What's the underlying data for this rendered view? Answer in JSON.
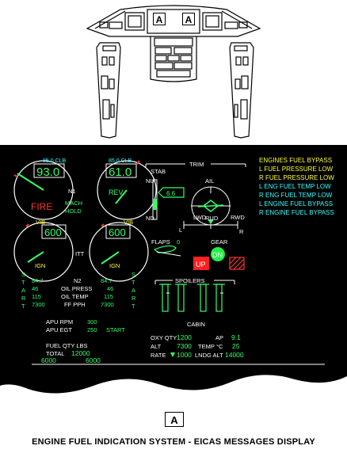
{
  "panel": {
    "callouts": [
      "A",
      "A"
    ]
  },
  "n1": {
    "left": "93.0",
    "right": "61.0",
    "left_limit": "85.0 CLB",
    "right_limit": "85.0 CLB",
    "label": "N1"
  },
  "status": {
    "fire": "FIRE",
    "rev": "REV",
    "mach": "MACH",
    "hold": "HOLD"
  },
  "vib": "VIB",
  "itt": {
    "left": "600",
    "right": "600",
    "label": "ITT",
    "ign": "IGN"
  },
  "start": "START",
  "n2": {
    "label": "N2",
    "left": [
      "84.7",
      "46",
      "115",
      "7300"
    ],
    "right": [
      "84.7",
      "46",
      "115",
      "7300"
    ],
    "rows": [
      "OIL PRESS",
      "OIL TEMP",
      "FF PPH"
    ]
  },
  "apu": {
    "rpm_label": "APU RPM",
    "egt_label": "APU EGT",
    "rpm": "300",
    "egt": "250",
    "status": "START"
  },
  "fuel": {
    "title": "FUEL QTY LBS",
    "total_label": "TOTAL",
    "total": "12000",
    "left": "6000",
    "right": "6000"
  },
  "trim": {
    "title": "TRIM",
    "stab": "STAB",
    "nu": "NU",
    "nd": "ND",
    "stab_value": "6.6",
    "ail": "AIL",
    "lwd": "LWD",
    "rwd": "RWD",
    "rud": "RUD",
    "l": "L",
    "r": "R"
  },
  "flaps": {
    "label": "FLAPS",
    "value": "0"
  },
  "gear": {
    "label": "GEAR",
    "up": "UP",
    "dn": "DN"
  },
  "spoilers": "SPOILERS",
  "cabin": {
    "title": "CABIN",
    "oxy_label": "OXY QTY",
    "oxy": "1200",
    "ap_label": "AP",
    "ap": "9.1",
    "alt_label": "ALT",
    "alt": "7300",
    "temp_label": "TEMP",
    "temp_unit": "°C",
    "temp": "25",
    "rate_label": "RATE",
    "rate": "1000",
    "lndg_alt_label": "LNDG ALT",
    "lndg_alt": "14000"
  },
  "messages": [
    {
      "text": "ENGINES FUEL BYPASS",
      "color": "#ffff33"
    },
    {
      "text": "L FUEL PRESSURE LOW",
      "color": "#ffff33"
    },
    {
      "text": "R FUEL PRESSURE LOW",
      "color": "#ffff33"
    },
    {
      "text": "L ENG FUEL TEMP LOW",
      "color": "#33ffff"
    },
    {
      "text": "R ENG FUEL TEMP LOW",
      "color": "#33ffff"
    },
    {
      "text": "L ENGINE FUEL BYPASS",
      "color": "#33ffff"
    },
    {
      "text": "R ENGINE FUEL BYPASS",
      "color": "#33ffff"
    }
  ],
  "footer": {
    "callout": "A",
    "caption": "ENGINE FUEL INDICATION SYSTEM - EICAS MESSAGES DISPLAY"
  }
}
